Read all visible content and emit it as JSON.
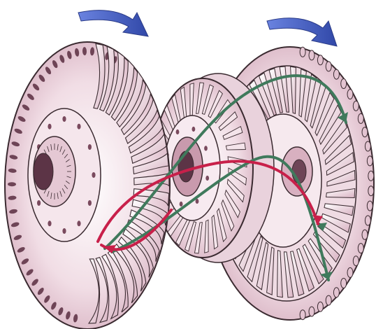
{
  "diagram": {
    "subject": "torque-converter-exploded-view",
    "components": [
      "impeller",
      "stator",
      "turbine"
    ],
    "colors": {
      "metal_light": "#f3e4ea",
      "metal_mid": "#dcb7c6",
      "metal_dark": "#8c5a6e",
      "outline": "#3a2a30",
      "rotation_arrow": "#4a63c9",
      "flow_green": "#3f7a5c",
      "flow_red": "#c8204a"
    },
    "icons": [
      "rotation-arrow-icon",
      "fluid-flow-arrow-icon"
    ]
  }
}
